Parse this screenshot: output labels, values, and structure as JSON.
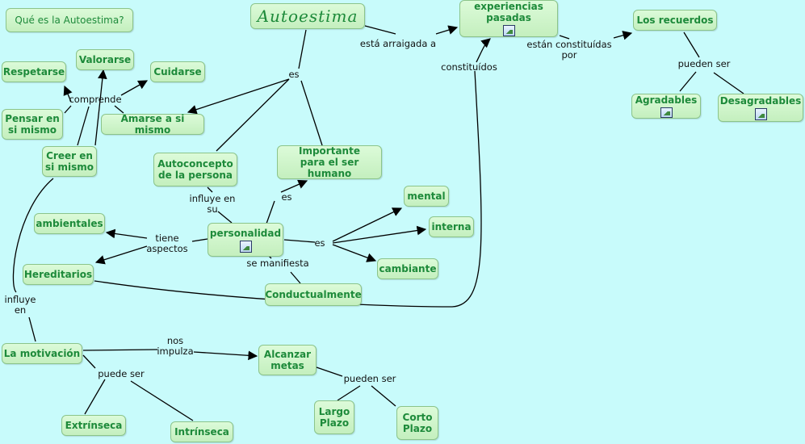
{
  "nodes": [
    {
      "id": "que_es",
      "text": "Qué es la Autoestima?"
    },
    {
      "id": "autoestima",
      "text": "Autoestima"
    },
    {
      "id": "experiencias",
      "text": "experiencias\npasadas",
      "image_icon": "image-icon"
    },
    {
      "id": "recuerdos",
      "text": "Los recuerdos"
    },
    {
      "id": "agradables",
      "text": "Agradables",
      "image_icon": "image-icon"
    },
    {
      "id": "desagradables",
      "text": "Desagradables",
      "image_icon": "image-icon"
    },
    {
      "id": "respetarse",
      "text": "Respetarse"
    },
    {
      "id": "valorarse",
      "text": "Valorarse"
    },
    {
      "id": "cuidarse",
      "text": "Cuidarse"
    },
    {
      "id": "pensar",
      "text": "Pensar en\nsi mismo"
    },
    {
      "id": "amarse",
      "text": "Amarse a si mismo"
    },
    {
      "id": "creer",
      "text": "Creer en\nsi mismo"
    },
    {
      "id": "autoconcepto",
      "text": "Autoconcepto\nde la persona"
    },
    {
      "id": "importante",
      "text": "Importante\npara el ser humano"
    },
    {
      "id": "mental",
      "text": "mental"
    },
    {
      "id": "interna",
      "text": "interna"
    },
    {
      "id": "cambiante",
      "text": "cambiante"
    },
    {
      "id": "ambientales",
      "text": "ambientales"
    },
    {
      "id": "personalidad",
      "text": "personalidad",
      "image_icon": "image-icon"
    },
    {
      "id": "hereditarios",
      "text": "Hereditarios"
    },
    {
      "id": "conductualmente",
      "text": "Conductualmente"
    },
    {
      "id": "motivacion",
      "text": "La motivación"
    },
    {
      "id": "alcanzar",
      "text": "Alcanzar\nmetas"
    },
    {
      "id": "extrinseca",
      "text": "Extrínseca"
    },
    {
      "id": "intrinseca",
      "text": "Intrínseca"
    },
    {
      "id": "largo",
      "text": "Largo\nPlazo"
    },
    {
      "id": "corto",
      "text": "Corto\nPlazo"
    }
  ],
  "linking_phrases": [
    {
      "id": "l_es1",
      "text": "es"
    },
    {
      "id": "l_arraigada",
      "text": "está arraigada a"
    },
    {
      "id": "l_constituidas",
      "text": "están constituídas\npor"
    },
    {
      "id": "l_pueden1",
      "text": "pueden ser"
    },
    {
      "id": "l_constituidos",
      "text": "constituídos"
    },
    {
      "id": "l_comprende",
      "text": "comprende"
    },
    {
      "id": "l_influye_su",
      "text": "influye en\nsu"
    },
    {
      "id": "l_es2",
      "text": "es"
    },
    {
      "id": "l_es3",
      "text": "es"
    },
    {
      "id": "l_tiene",
      "text": "tiene\naspectos"
    },
    {
      "id": "l_manifiesta",
      "text": "se manifiesta"
    },
    {
      "id": "l_influye_en",
      "text": "influye\nen"
    },
    {
      "id": "l_impulsa",
      "text": "nos\nimpulza"
    },
    {
      "id": "l_puede",
      "text": "puede ser"
    },
    {
      "id": "l_pueden2",
      "text": "pueden ser"
    }
  ],
  "colors": {
    "background": "#c8fbfb",
    "node_fill": "#cdf3c8",
    "node_border": "#8bc48a",
    "node_text": "#1d8a3a",
    "line": "#000000"
  }
}
